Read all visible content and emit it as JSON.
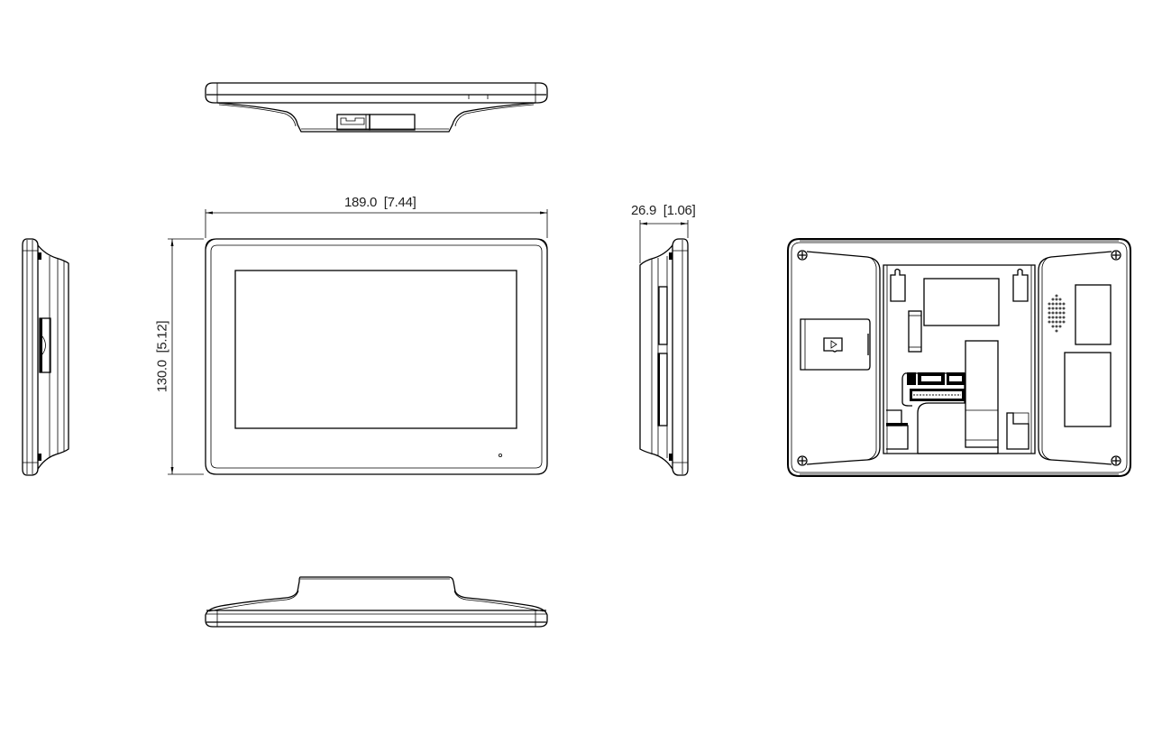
{
  "drawing": {
    "type": "technical dimension drawing",
    "views": [
      {
        "name": "top-view"
      },
      {
        "name": "front-view"
      },
      {
        "name": "left-side-view"
      },
      {
        "name": "right-side-view"
      },
      {
        "name": "back-view"
      },
      {
        "name": "bottom-view"
      }
    ],
    "dimensions": {
      "width": {
        "mm": "189.0",
        "inch": "[7.44]",
        "label": "189.0  [7.44]"
      },
      "height": {
        "mm": "130.0",
        "inch": "[5.12]",
        "label": "130.0  [5.12]"
      },
      "depth": {
        "mm": "26.9",
        "inch": "[1.06]",
        "label": "26.9  [1.06]"
      }
    },
    "colors": {
      "line": "#000000",
      "text": "#222222",
      "background": "#ffffff"
    }
  }
}
